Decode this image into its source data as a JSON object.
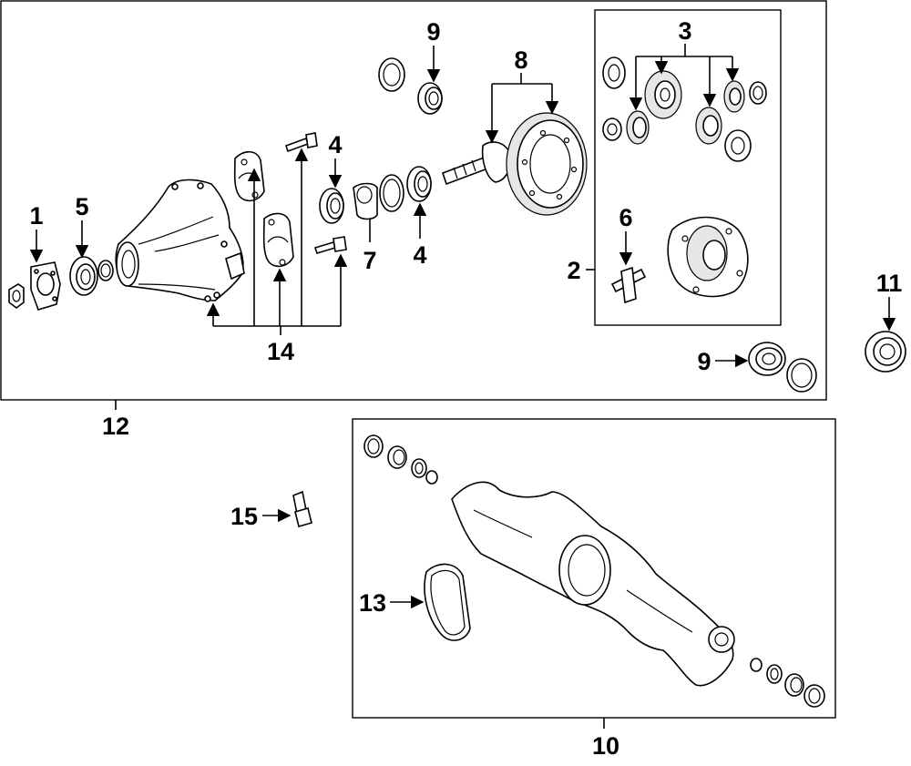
{
  "callouts": {
    "c1": "1",
    "c2": "2",
    "c3": "3",
    "c4a": "4",
    "c4b": "4",
    "c5": "5",
    "c6": "6",
    "c7": "7",
    "c8": "8",
    "c9a": "9",
    "c9b": "9",
    "c10": "10",
    "c11": "11",
    "c12": "12",
    "c13": "13",
    "c14": "14",
    "c15": "15"
  }
}
